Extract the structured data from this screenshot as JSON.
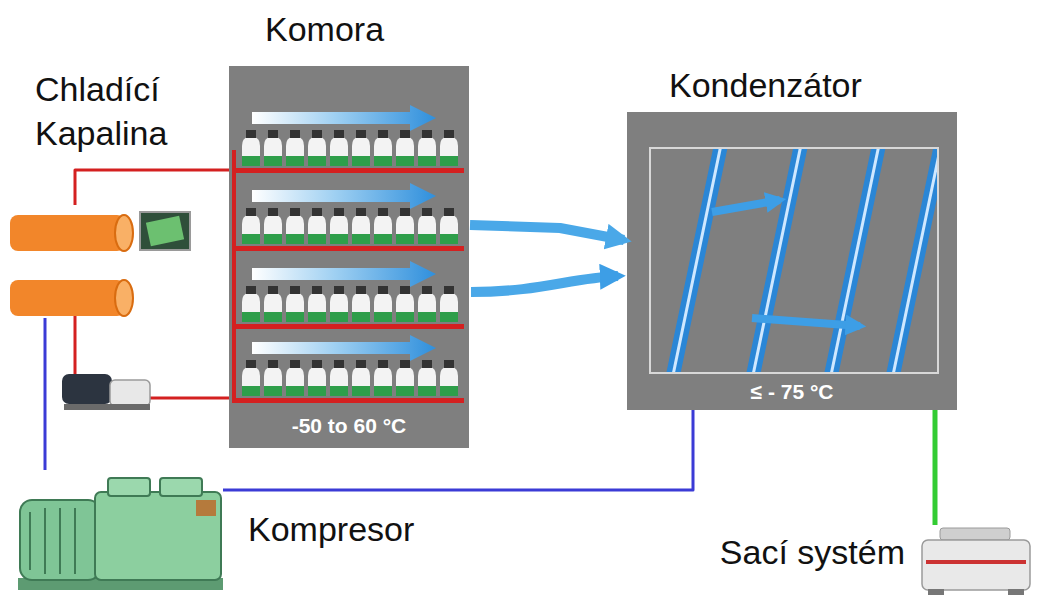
{
  "diagram": {
    "nodes": [
      {
        "text": [
          "Komora",
          "-50 to 60 °C"
        ]
      },
      {
        "text": [
          "Kondenzátor",
          "≤ - 75 °C"
        ]
      },
      {
        "text": [
          "Kompresor"
        ]
      },
      {
        "text": [
          "Sací systém"
        ]
      },
      {
        "text": [
          "Chladící Kapalina"
        ]
      }
    ],
    "edges": [
      {
        "from": 0,
        "to": 1,
        "arrow": "to"
      },
      {
        "from": 1,
        "to": 2,
        "arrow": "none"
      },
      {
        "from": 2,
        "to": 4,
        "arrow": "none"
      },
      {
        "from": 1,
        "to": 3,
        "arrow": "none"
      },
      {
        "from": 4,
        "to": 0,
        "arrow": "none"
      }
    ]
  }
}
